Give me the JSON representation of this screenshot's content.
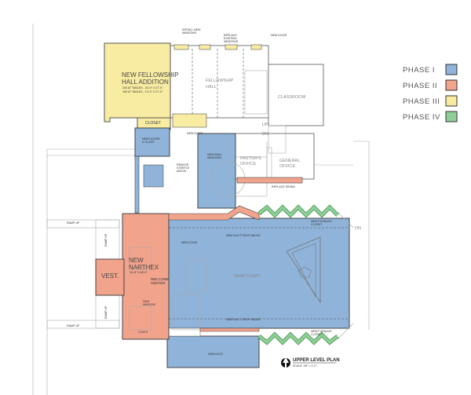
{
  "colors": {
    "phase1": "#8fb3d9",
    "phase2": "#f2a38c",
    "phase3": "#f8eca2",
    "phase4": "#8fcf97"
  },
  "legend": [
    {
      "label": "PHASE I",
      "color": "#8fb3d9"
    },
    {
      "label": "PHASE II",
      "color": "#f2a38c"
    },
    {
      "label": "PHASE III",
      "color": "#f8eca2"
    },
    {
      "label": "PHASE IV",
      "color": "#8fcf97"
    }
  ],
  "rooms": {
    "fellowship_addition": "NEW FELLOWSHIP",
    "fellowship_addition_2": "HALL ADDITION",
    "capacity_1": "200 AT TABLES - 24'-0\" X 27'-0\"",
    "capacity_2": "150 AT TABLES - 13'-4\" X 27'-0\"",
    "fellowship_hall": "FELLOWSHIP",
    "fellowship_hall_2": "HALL",
    "classroom": "CLASSROOM",
    "closet": "CLOSET",
    "pastors_office": "PASTOR'S",
    "pastors_office_2": "OFFICE",
    "general_office": "GENERAL",
    "general_office_2": "OFFICE",
    "narthex": "NEW",
    "narthex_2": "NARTHEX",
    "narthex_dim": "16'-8\" X 48'-0\"",
    "vest": "VEST.",
    "welcome": "WELCOME",
    "welcome_2": "CENTER",
    "sanctuary": "SANCTUARY",
    "coats": "COATS"
  },
  "notes": {
    "install_windows": "INSTALL NEW",
    "install_windows_2": "WINDOWS",
    "replace_windows": "REPLACE",
    "replace_windows_2": "EXISTING",
    "replace_windows_3": "WINDOWS",
    "new_door_top": "NEW DOOR",
    "new_door_mid": "NEW DOOR",
    "new_doors_glass": "NEW DOORS",
    "new_doors_glass_2": "& GLASS",
    "remove_steeple": "REMOVE",
    "remove_steeple_2": "STEEPLE",
    "remove_steeple_3": "ABOVE",
    "new_wall_windows": "NEW WALL",
    "new_wall_windows_2": "WINDOWS",
    "replace_siding": "REPLACE SIDING",
    "up": "UP",
    "dn": "DN",
    "ramp_up_top": "RAMP UP",
    "ramp_up_bottom": "RAMP UP",
    "ramp_top": "RAMP UP",
    "ramp_bottom": "RAMP UP",
    "new_door_narthex": "NEW DOOR",
    "new_window": "NEW",
    "new_window_2": "WINDOW",
    "duct_top": "NEW DUCT DROP ABOVE",
    "duct_bottom": "NEW DUCT DROP ABOVE",
    "furnace_top": "NEW FURNACE",
    "furnace_top_2": "CLOSET",
    "furnace_bottom": "NEW FURNACE",
    "furnace_bottom_2": "CLOSET",
    "new_deck": "NEW DECK",
    "dn_right": "DN"
  },
  "title_block": {
    "title": "UPPER LEVEL PLAN",
    "scale": "SCALE: 1/8\" = 1'-0\""
  }
}
